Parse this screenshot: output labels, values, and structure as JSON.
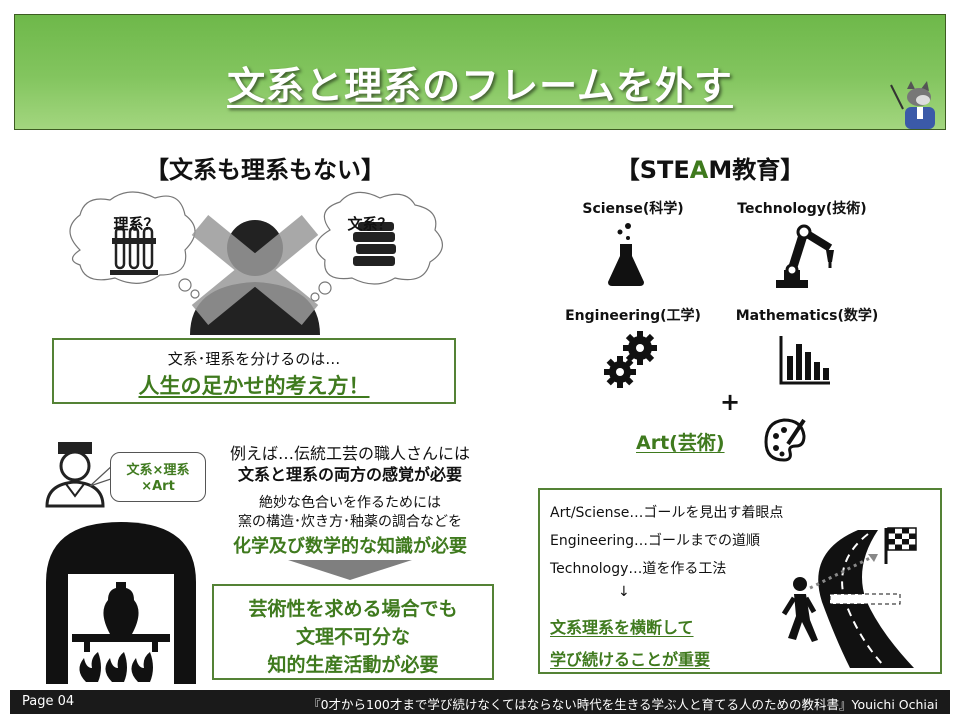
{
  "title": "文系と理系のフレームを外す",
  "left": {
    "heading": "【文系も理系もない】",
    "bubble_left": "理系？",
    "bubble_right": "文系？",
    "box_line1": "文系･理系を分けるのは…",
    "box_line2": "人生の足かせ的考え方！",
    "craft_bubble_line1": "文系×理系",
    "craft_bubble_line2": "×Art",
    "example_line1": "例えば…伝統工芸の職人さんには",
    "example_line2": "文系と理系の両方の感覚が必要",
    "detail_line1": "絶妙な色合いを作るためには",
    "detail_line2": "窯の構造･炊き方･釉薬の調合などを",
    "detail_line3": "化学及び数学的な知識が必要",
    "result_line1": "芸術性を求める場合でも",
    "result_line2": "文理不可分な",
    "result_line3": "知的生産活動が必要"
  },
  "right": {
    "heading_prefix": "【STE",
    "heading_a": "A",
    "heading_suffix": "M教育】",
    "science_label": "Sciense(科学)",
    "technology_label": "Technology(技術)",
    "engineering_label": "Engineering(工学)",
    "mathematics_label": "Mathematics(数学)",
    "plus": "+",
    "art_label": "Art(芸術)",
    "box_line1": "Art/Sciense…ゴールを見出す着眼点",
    "box_line2": "Engineering…ゴールまでの道順",
    "box_line3": "Technology…道を作る工法",
    "arrow": "↓",
    "box_line4": "文系理系を横断して",
    "box_line5": "学び続けることが重要"
  },
  "footer": {
    "page": "Page 04",
    "book": "『0才から100才まで学び続けなくてはならない時代を生きる学ぶ人と育てる人のための教科書』Youichi Ochiai"
  },
  "colors": {
    "accent_green": "#3f7a1e",
    "banner_green": "#83c55f"
  },
  "icons": [
    "wolf-mascot-icon",
    "person-crossed-icon",
    "test-tubes-icon",
    "books-icon",
    "craftsman-icon",
    "kiln-icon",
    "flask-icon",
    "robot-arm-icon",
    "gears-icon",
    "bar-chart-icon",
    "palette-icon",
    "walking-person-icon",
    "road-icon",
    "checkered-flag-icon"
  ]
}
